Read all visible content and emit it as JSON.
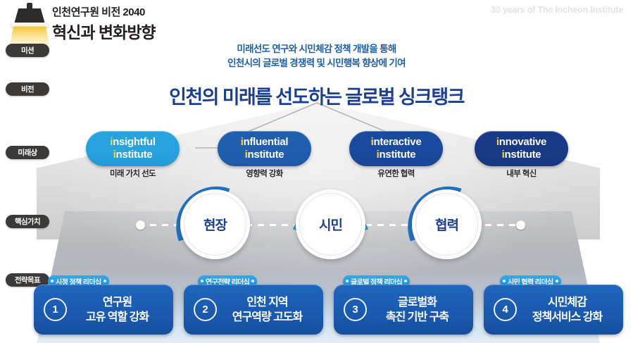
{
  "header": {
    "eyebrow": "인천연구원 비전 2040",
    "title": "혁신과 변화방향",
    "corner_note": "30 years of The Incheon Institute",
    "lamp_icon": "spotlight-lamp-icon"
  },
  "rail": {
    "mission": "미션",
    "vision": "비전",
    "future": "미래상",
    "core": "핵심가치",
    "goal": "전략목표"
  },
  "mission": {
    "line1": "미래선도 연구와 시민체감 정책 개발을 통해",
    "line2": "인천시의 글로벌 경쟁력 및 시민행복 향상에 기여"
  },
  "vision": {
    "headline": "인천의 미래를 선도하는 글로벌 싱크탱크"
  },
  "future_vision": {
    "items": [
      {
        "initial": "i",
        "word1": "nsightful",
        "line2_initial": "i",
        "word2": "nstitute",
        "subtitle": "미래 가치 선도",
        "color": "#27a3e0"
      },
      {
        "initial": "i",
        "word1": "nfluential",
        "line2_initial": "i",
        "word2": "nstitute",
        "subtitle": "영향력 강화",
        "color": "#1f5fae"
      },
      {
        "initial": "i",
        "word1": "nteractive",
        "line2_initial": "i",
        "word2": "nstitute",
        "subtitle": "유연한 협력",
        "color": "#1a4a9e"
      },
      {
        "initial": "i",
        "word1": "nnovative",
        "line2_initial": "i",
        "word2": "nstitute",
        "subtitle": "내부 혁신",
        "color": "#183a86"
      }
    ]
  },
  "core_values": {
    "items": [
      {
        "label": "현장"
      },
      {
        "label": "시민"
      },
      {
        "label": "협력"
      }
    ],
    "arc_color": "#1f72c4",
    "label_color": "#1c3f91"
  },
  "goals": {
    "items": [
      {
        "number": "1",
        "tag": "시정 정책 리더십",
        "line1": "연구원",
        "line2": "고유 역할 강화"
      },
      {
        "number": "2",
        "tag": "연구전략 리더십",
        "line1": "인천 지역",
        "line2": "연구역량 고도화"
      },
      {
        "number": "3",
        "tag": "글로벌 정책 리더십",
        "line1": "글로벌화",
        "line2": "촉진 기반 구축"
      },
      {
        "number": "4",
        "tag": "시민 협력 리더십",
        "line1": "시민체감",
        "line2": "정책서비스 강화"
      }
    ]
  },
  "theme": {
    "brand_blue": "#1b3f91",
    "accent_light_blue": "#27a3e0",
    "gold": "#ffd633",
    "chip_dark": "#3b3a39"
  }
}
